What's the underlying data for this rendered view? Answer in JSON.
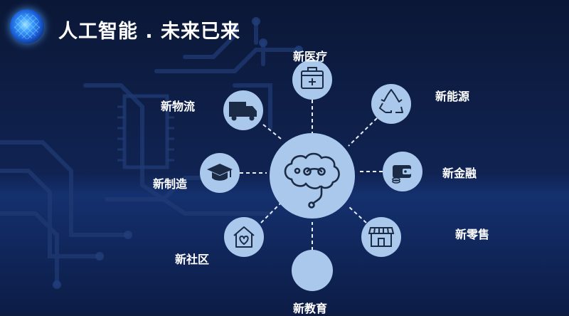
{
  "title": "人工智能 . 未来已来",
  "center": {
    "icon": "brain-icon"
  },
  "nodes": [
    {
      "id": "medical",
      "label": "新医疗",
      "icon": "first-aid-kit-icon"
    },
    {
      "id": "energy",
      "label": "新能源",
      "icon": "recycle-icon"
    },
    {
      "id": "finance",
      "label": "新金融",
      "icon": "wallet-coins-icon"
    },
    {
      "id": "retail",
      "label": "新零售",
      "icon": "storefront-icon"
    },
    {
      "id": "education",
      "label": "新教育",
      "icon": ""
    },
    {
      "id": "community",
      "label": "新社区",
      "icon": "house-heart-icon"
    },
    {
      "id": "manufacturing",
      "label": "新制造",
      "icon": "graduation-cap-icon"
    },
    {
      "id": "logistics",
      "label": "新物流",
      "icon": "truck-icon"
    }
  ],
  "colors": {
    "background": "#0d1b3e",
    "circle_fill": "#a9c8ec",
    "icon_stroke": "#1b2b45",
    "connector": "#e8eef7",
    "text": "#ffffff"
  }
}
